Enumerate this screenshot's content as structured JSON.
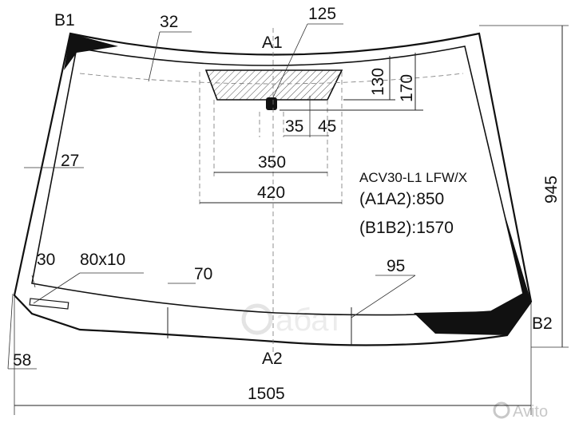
{
  "model": "ACV30-L1 LFW/X",
  "spec_a": "(A1A2):850",
  "spec_b": "(B1B2):1570",
  "points": {
    "b1": "B1",
    "b2": "B2",
    "a1": "A1",
    "a2": "A2"
  },
  "dims": {
    "d32": "32",
    "d125": "125",
    "d130": "130",
    "d170": "170",
    "d35": "35",
    "d45": "45",
    "d27": "27",
    "d350": "350",
    "d420": "420",
    "d945": "945",
    "d30": "30",
    "d80x10": "80x10",
    "d70": "70",
    "d95": "95",
    "d58": "58",
    "d1505": "1505"
  },
  "watermark": {
    "brand": "aбат",
    "site": "Avito"
  }
}
